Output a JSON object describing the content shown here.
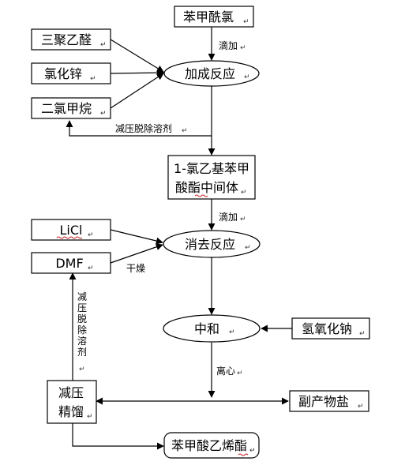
{
  "nodes": {
    "benzoyl_chloride": "苯甲酰氯",
    "trioxane": "三聚乙醛",
    "zinc_chloride": "氯化锌",
    "dichloromethane": "二氯甲烷",
    "addition_reaction": "加成反应",
    "intermediate_line1": "1-氯乙基苯甲",
    "intermediate_line2": "酸酯中间体",
    "licl": "LiCl",
    "dmf": "DMF",
    "elimination_reaction": "消去反应",
    "neutralization": "中和",
    "sodium_hydroxide": "氢氧化钠",
    "distill_line1": "减压",
    "distill_line2": "精馏",
    "byproduct_salt": "副产物盐",
    "product": "苯甲酸乙烯酯"
  },
  "edge_labels": {
    "dropwise_1": "滴加",
    "solvent_removal_1": "减压脱除溶剂",
    "dropwise_2": "滴加",
    "drying": "干燥",
    "solvent_removal_2": "减压脱除溶剂",
    "centrifuge": "离心"
  },
  "paragraph_mark": "↵"
}
